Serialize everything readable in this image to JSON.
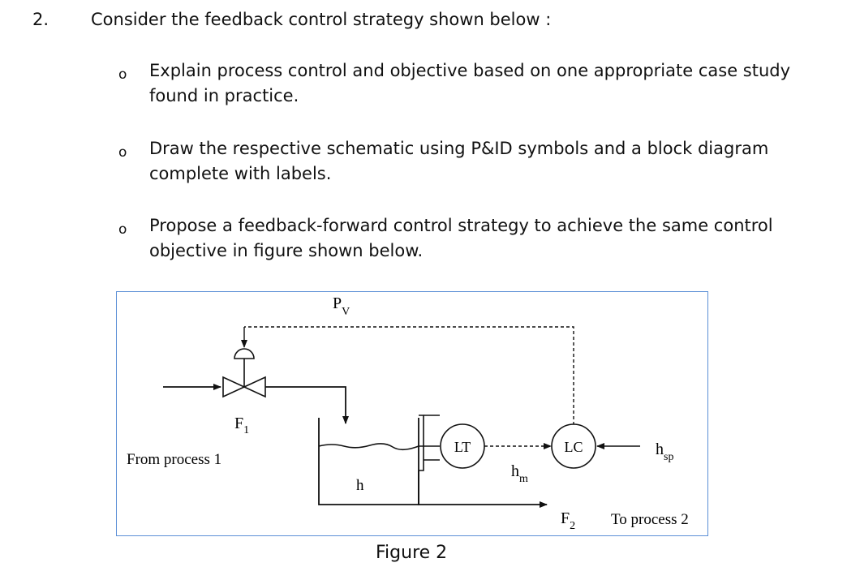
{
  "question": {
    "number": "2.",
    "prompt": "Consider the feedback control strategy shown below :",
    "bullet_symbol": "o",
    "items": [
      "Explain process control and objective based on one appropriate case study found in practice.",
      "Draw the respective schematic using P&ID symbols and a block diagram complete with labels.",
      "Propose a feedback-forward control strategy to achieve the same control objective in figure shown below."
    ]
  },
  "figure": {
    "caption": "Figure 2",
    "labels": {
      "pv_main": "P",
      "pv_sub": "V",
      "f1_main": "F",
      "f1_sub": "1",
      "from_process": "From process 1",
      "h": "h",
      "lt": "LT",
      "lc": "LC",
      "hm_main": "h",
      "hm_sub": "m",
      "hsp_main": "h",
      "hsp_sub": "sp",
      "f2_main": "F",
      "f2_sub": "2",
      "to_process": "To process 2"
    }
  }
}
